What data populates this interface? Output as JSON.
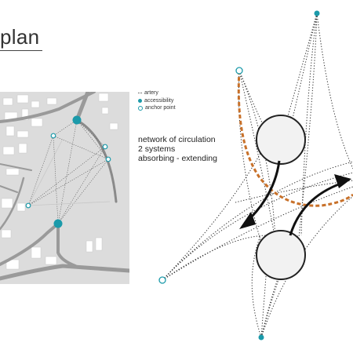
{
  "header": {
    "title": "plan"
  },
  "legend": {
    "items": [
      {
        "label": "artery",
        "marker": "dotted-line"
      },
      {
        "label": "accessibility",
        "marker": "filled-dot"
      },
      {
        "label": "anchor point",
        "marker": "ring"
      }
    ]
  },
  "description": {
    "lines": [
      "network of circulation",
      "2 systems",
      "absorbing - extending"
    ]
  },
  "colors": {
    "accent": "#1b9aaa",
    "dashed_path": "#c8712a",
    "map_background": "#dcdcdc",
    "map_roads": "#9a9a9a"
  }
}
